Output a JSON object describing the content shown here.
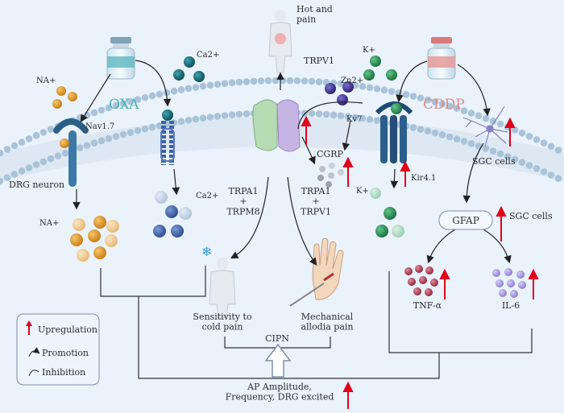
{
  "colors": {
    "background": "#eaf2fb",
    "membrane_head": "#a9c3d9",
    "oxa_label": "#4fb3b7",
    "cddp_label": "#e08a8a",
    "up_arrow": "#e3001b",
    "na_ion": "#d9902a",
    "ca_ion": "#1f6f7a",
    "k_ion": "#2e8b57",
    "zn_ion": "#3f2f8f",
    "tnf": "#b84a5e",
    "il6": "#9d8bd6"
  },
  "labels": {
    "hot_pain": "Hot and\npain",
    "trpv1_top": "TRPV1",
    "oxa": "OXA",
    "cddp": "CDDP",
    "ca_top": "Ca2+",
    "na_top": "NA+",
    "k_top": "K+",
    "zn": "Zn2+",
    "kv7": "Kv7",
    "cgrp": "CGRP",
    "nav17": "Nav1.7",
    "dgr_neuron": "DRG neuron",
    "na_bottom": "NA+",
    "ca_bottom": "Ca2+",
    "trpa1_trpm8": "TRPA1\n+\nTRPM8",
    "trpa1_trpv1": "TRPA1\n+\nTRPV1",
    "k_bottom": "K+",
    "kir41": "Kir4.1",
    "sgc_cells_top": "SGC cells",
    "sgc_cells_right": "SGC cells",
    "gfap": "GFAP",
    "tnf": "TNF-α",
    "il6": "IL-6",
    "cold": "Sensitivity to\ncold pain",
    "mech": "Mechanical\nallodia pain",
    "cipn": "CIPN",
    "ap": "AP Amplitude,\nFrequency, DRG excited"
  },
  "legend": {
    "upregulation": "Upregulation",
    "promotion": "Promotion",
    "inhibition": "Inhibition"
  }
}
